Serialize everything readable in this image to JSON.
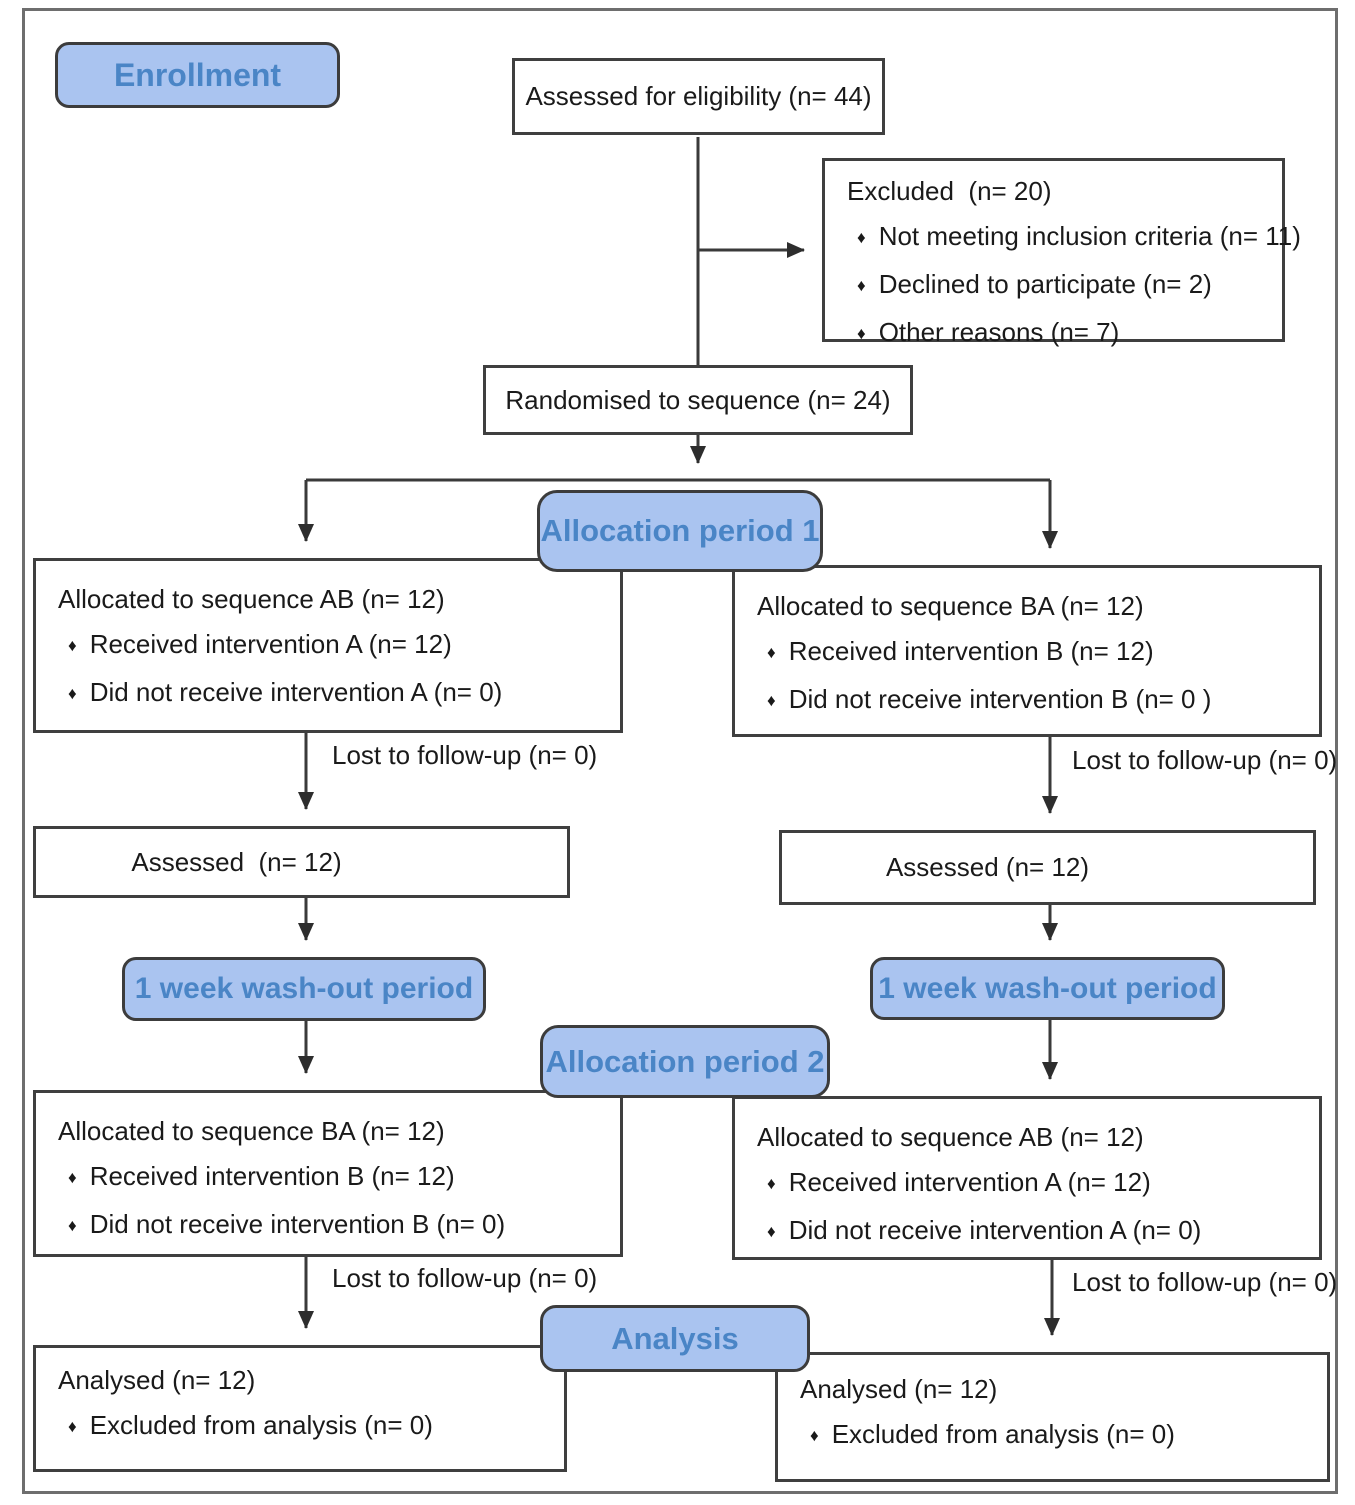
{
  "diagram": {
    "bullet_glyph": "♦",
    "colors": {
      "stage_fill": "#aac4f0",
      "stage_border": "#3c3c3c",
      "stage_text": "#4a85c6",
      "box_border": "#3f3f3f",
      "connector": "#3a3a3a",
      "body_text": "#1a1a1a",
      "frame_border": "#6e6e6e"
    },
    "stages": {
      "enrollment": "Enrollment",
      "allocation_period_1": "Allocation period 1",
      "washout_left": "1 week wash-out period",
      "washout_right": "1 week wash-out period",
      "allocation_period_2": "Allocation period 2",
      "analysis": "Analysis"
    },
    "boxes": {
      "eligibility": "Assessed for eligibility (n= 44)",
      "excluded": {
        "title": "Excluded  (n= 20)",
        "bullets": [
          "Not meeting inclusion criteria (n= 11)",
          "Declined to participate (n= 2)",
          "Other reasons (n= 7)"
        ]
      },
      "randomised": "Randomised to sequence (n= 24)",
      "alloc1_left": {
        "title": "Allocated to sequence AB (n= 12)",
        "bullets": [
          "Received intervention A (n= 12)",
          "Did not receive intervention A (n= 0)"
        ]
      },
      "alloc1_right": {
        "title": "Allocated to sequence BA (n= 12)",
        "bullets": [
          "Received intervention B (n= 12)",
          "Did not receive intervention B (n= 0 )"
        ]
      },
      "assessed_left": "Assessed  (n= 12)",
      "assessed_right": "Assessed (n= 12)",
      "alloc2_left": {
        "title": "Allocated to sequence BA (n= 12)",
        "bullets": [
          "Received intervention B (n= 12)",
          "Did not receive intervention B (n= 0)"
        ]
      },
      "alloc2_right": {
        "title": "Allocated to sequence AB (n= 12)",
        "bullets": [
          "Received intervention A (n= 12)",
          "Did not receive intervention A (n= 0)"
        ]
      },
      "analysed_left": {
        "title": "Analysed (n= 12)",
        "bullets": [
          "Excluded from analysis (n= 0)"
        ]
      },
      "analysed_right": {
        "title": "Analysed (n= 12)",
        "bullets": [
          "Excluded from analysis (n= 0)"
        ]
      }
    },
    "edge_labels": {
      "lost1_left": "Lost to follow-up (n= 0)",
      "lost1_right": "Lost to follow-up (n= 0)",
      "lost2_left": "Lost to follow-up (n= 0)",
      "lost2_right": "Lost to follow-up (n= 0)"
    }
  }
}
